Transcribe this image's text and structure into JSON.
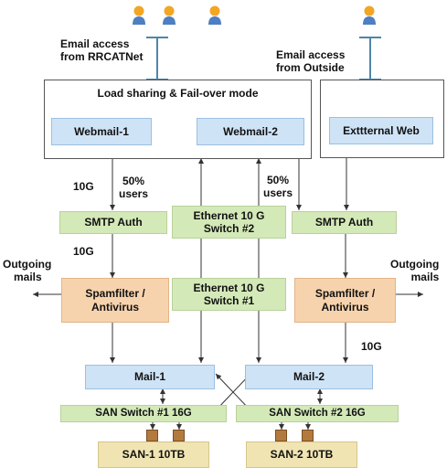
{
  "colors": {
    "green_box": "#d4e9b8",
    "blue_box": "#cfe3f6",
    "orange_box": "#f7d3ad",
    "storage_box": "#f1e4b3",
    "user_icon_head": "#f2a623",
    "user_icon_body": "#4d7fc2",
    "link_bar": "#4f86a8",
    "storage_port": "#b37a3e"
  },
  "icons": {
    "user": "user-icon",
    "port": "storage-port-icon"
  },
  "labels": {
    "email_internal": [
      "Email access",
      "from RRCATNet"
    ],
    "email_external": [
      "Email access",
      "from Outside"
    ],
    "load_sharing_title": "Load sharing & Fail-over mode",
    "bw_10g_top": "10G",
    "bw_10g_mid": "10G",
    "bw_10g_bottom": "10G",
    "users_left": [
      "50%",
      "users"
    ],
    "users_right": [
      "50%",
      "users"
    ],
    "outgoing_left": [
      "Outgoing",
      "mails"
    ],
    "outgoing_right": [
      "Outgoing",
      "mails"
    ]
  },
  "nodes": {
    "webmail1": "Webmail-1",
    "webmail2": "Webmail-2",
    "external_web": "Exttternal Web",
    "smtp_auth_left": "SMTP Auth",
    "smtp_auth_right": "SMTP Auth",
    "eth_switch2": [
      "Ethernet 10 G",
      "Switch #2"
    ],
    "eth_switch1": [
      "Ethernet 10 G",
      "Switch #1"
    ],
    "spamfilter_left": [
      "Spamfilter /",
      "Antivirus"
    ],
    "spamfilter_right": [
      "Spamfilter /",
      "Antivirus"
    ],
    "mail1": "Mail-1",
    "mail2": "Mail-2",
    "san_switch1": "SAN Switch #1 16G",
    "san_switch2": "SAN Switch #2 16G",
    "san1": "SAN-1 10TB",
    "san2": "SAN-2 10TB"
  }
}
